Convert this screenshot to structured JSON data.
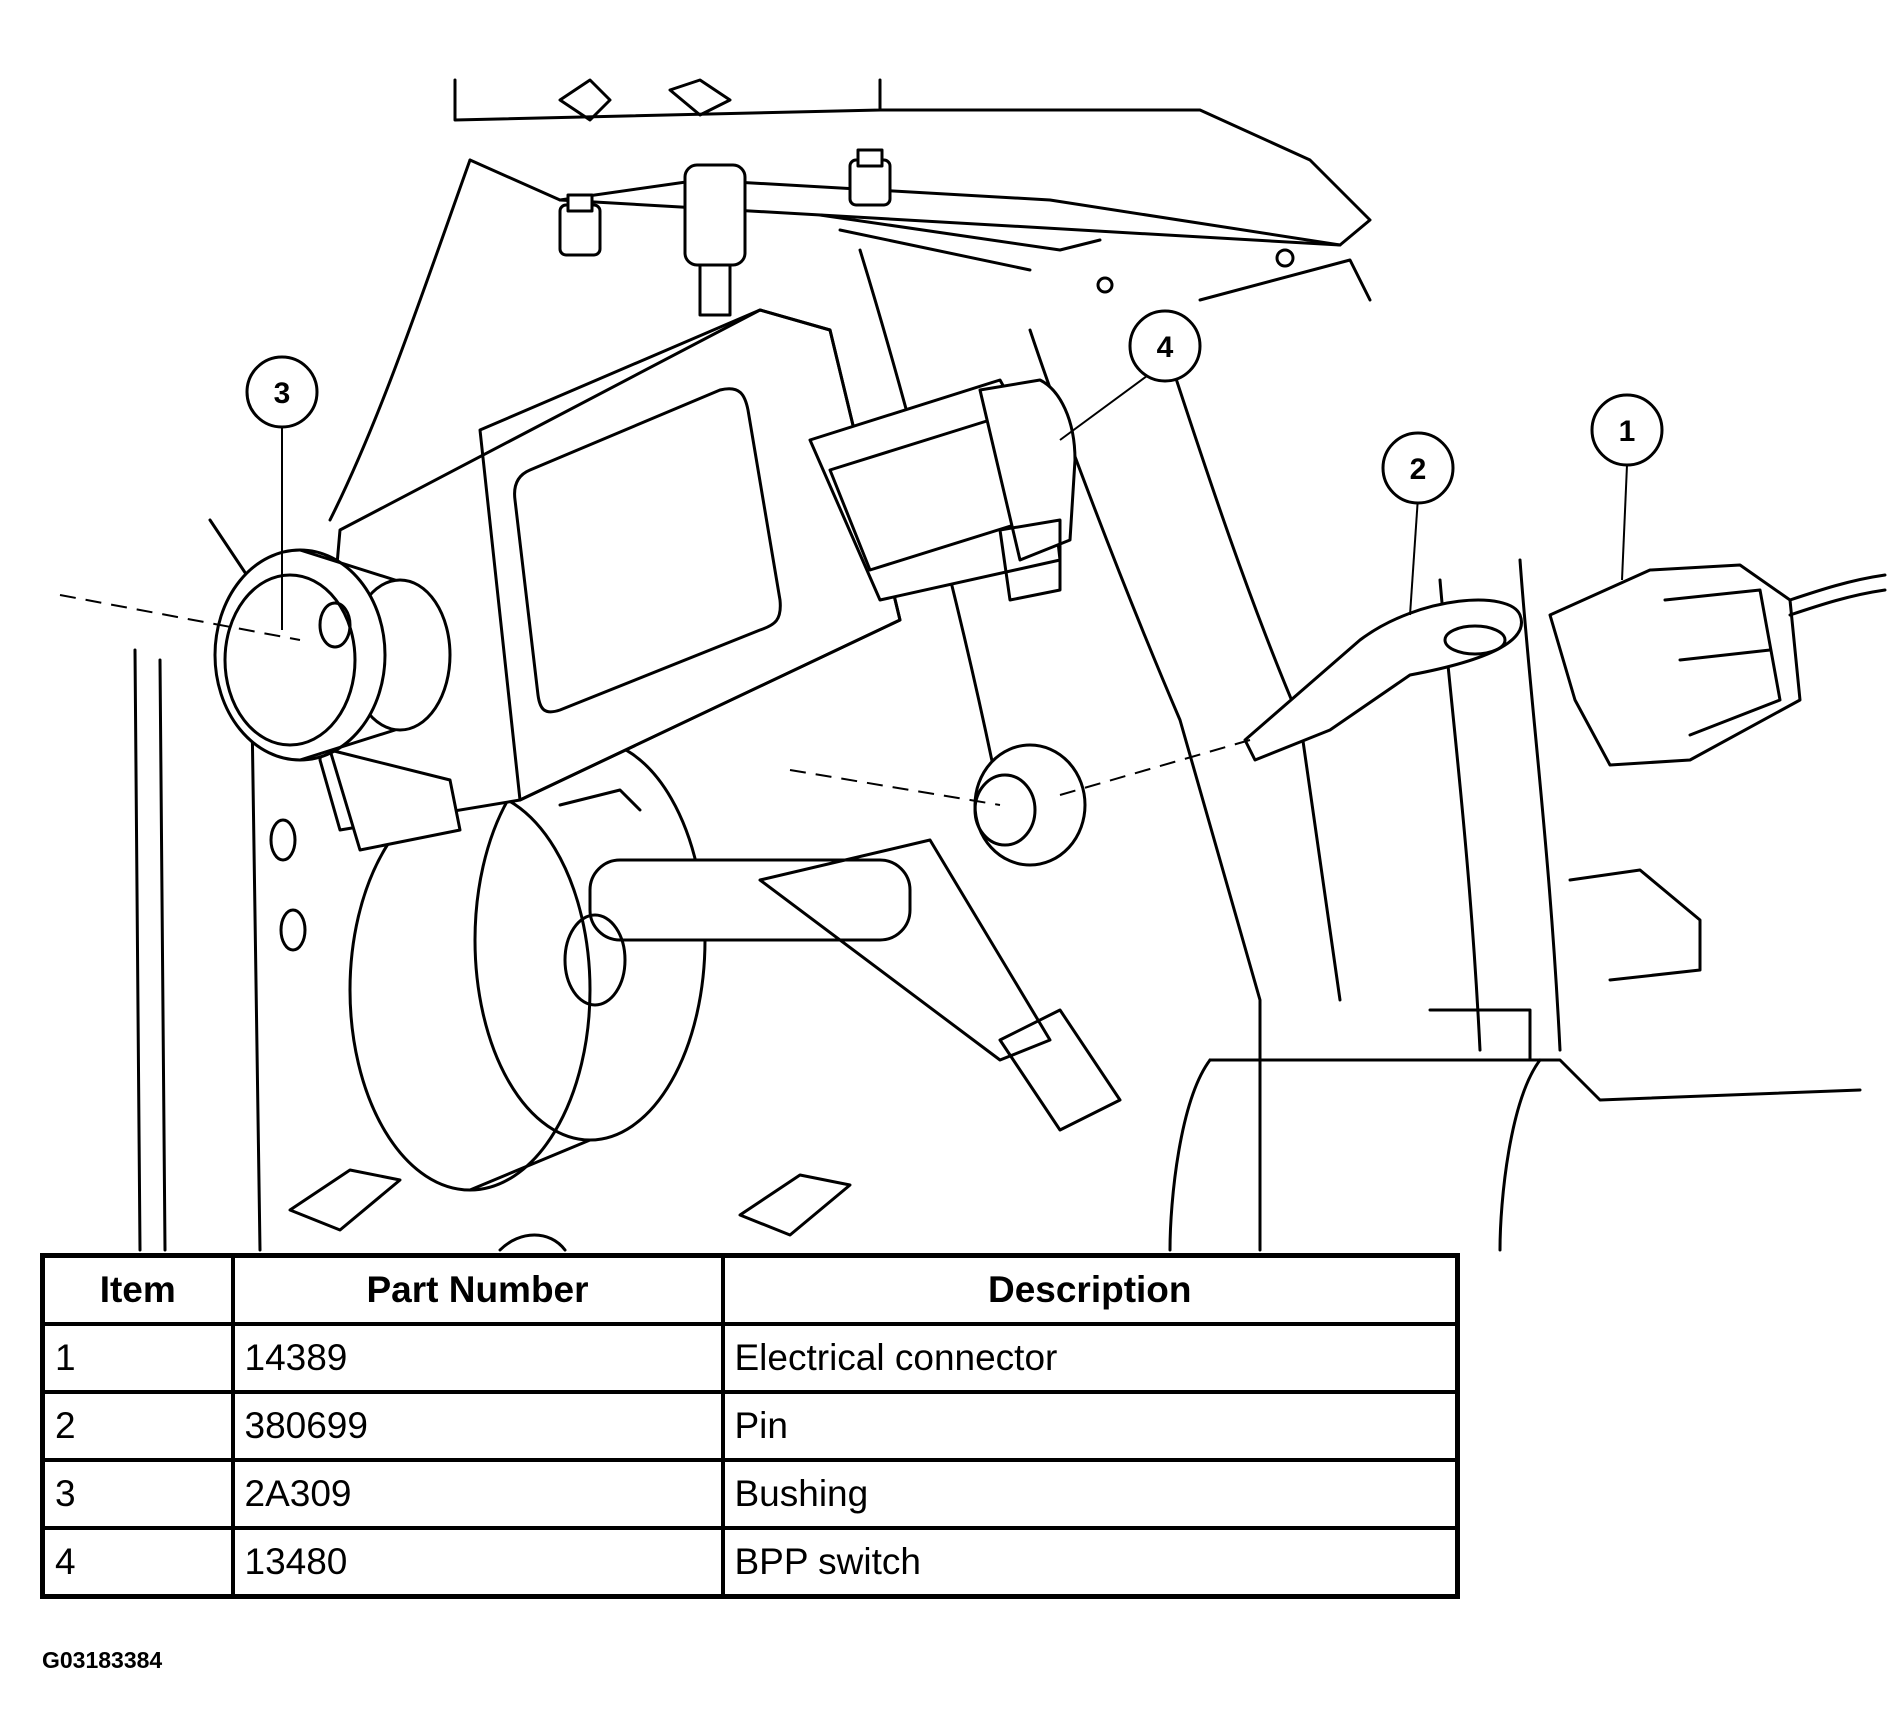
{
  "figure_id": "G03183384",
  "callouts": [
    {
      "label": "1"
    },
    {
      "label": "2"
    },
    {
      "label": "3"
    },
    {
      "label": "4"
    }
  ],
  "parts_table": {
    "headers": [
      "Item",
      "Part Number",
      "Description"
    ],
    "rows": [
      {
        "item": "1",
        "part_number": "14389",
        "description": "Electrical connector"
      },
      {
        "item": "2",
        "part_number": "380699",
        "description": "Pin"
      },
      {
        "item": "3",
        "part_number": "2A309",
        "description": "Bushing"
      },
      {
        "item": "4",
        "part_number": "13480",
        "description": "BPP switch"
      }
    ]
  }
}
